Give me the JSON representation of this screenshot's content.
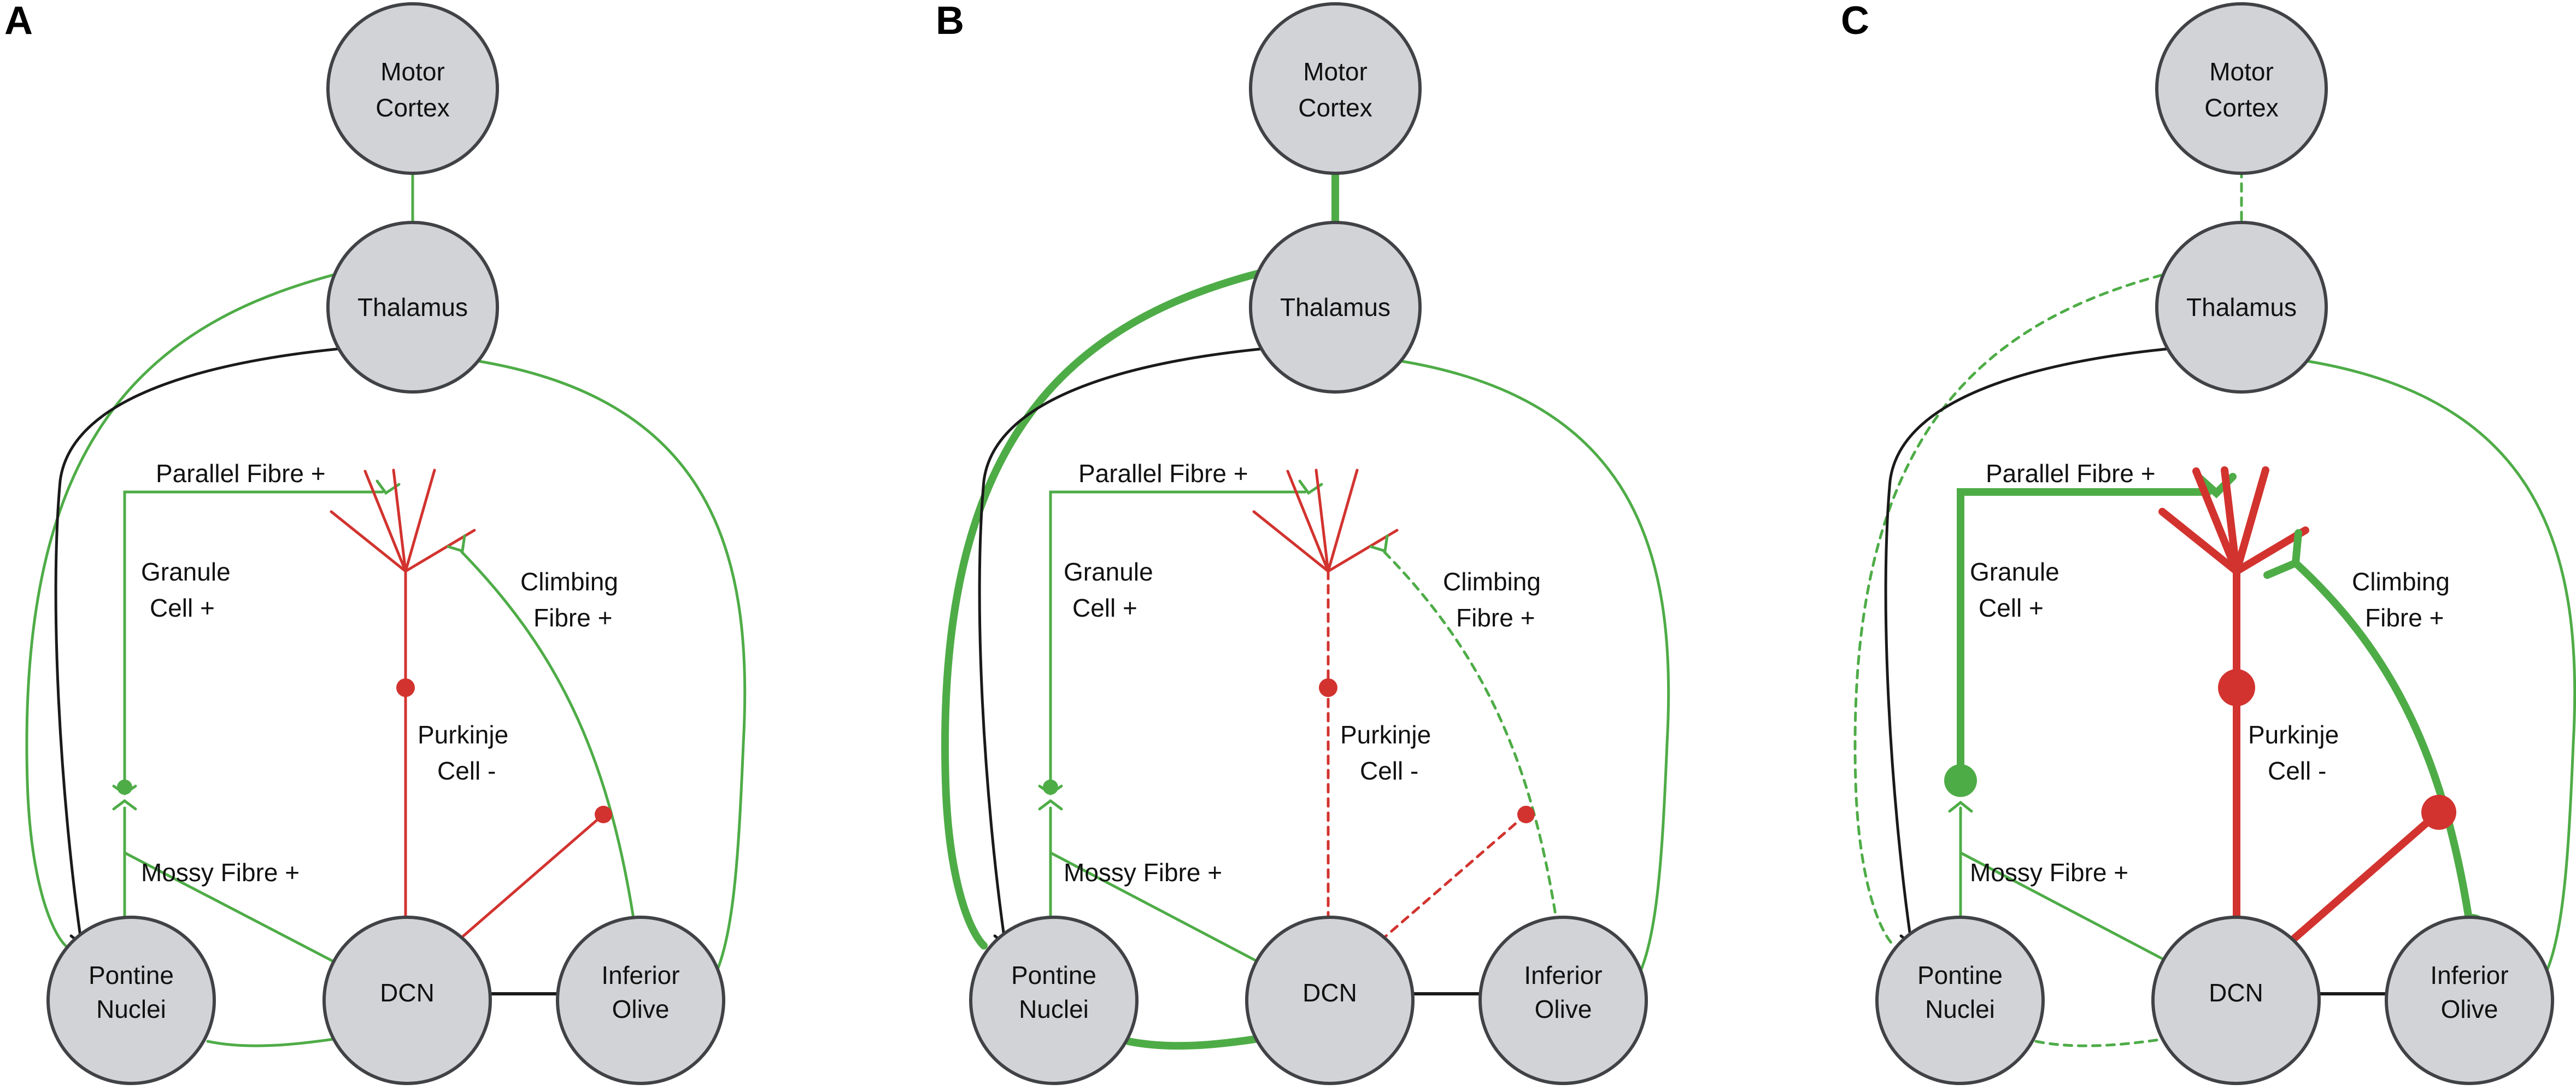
{
  "colors": {
    "excitatory": "#4eac47",
    "inhibitory": "#d2332f",
    "neutral": "#1a1a1a",
    "node_fill": "#d1d3d6",
    "node_stroke": "#404245"
  },
  "panels": [
    {
      "letter": "A",
      "nodes": {
        "motor": [
          "Motor",
          "Cortex"
        ],
        "thalamus": [
          "Thalamus"
        ],
        "pontine": [
          "Pontine",
          "Nuclei"
        ],
        "dcn": [
          "DCN"
        ],
        "olive": [
          "Inferior",
          "Olive"
        ]
      },
      "labels": {
        "parallel": "Parallel Fibre +",
        "granule": [
          "Granule",
          "Cell +"
        ],
        "climbing": [
          "Climbing",
          "Fibre +"
        ],
        "purkinje": [
          "Purkinje",
          "Cell -"
        ],
        "mossy": "Mossy Fibre +"
      }
    },
    {
      "letter": "B",
      "nodes": {
        "motor": [
          "Motor",
          "Cortex"
        ],
        "thalamus": [
          "Thalamus"
        ],
        "pontine": [
          "Pontine",
          "Nuclei"
        ],
        "dcn": [
          "DCN"
        ],
        "olive": [
          "Inferior",
          "Olive"
        ]
      },
      "labels": {
        "parallel": "Parallel Fibre +",
        "granule": [
          "Granule",
          "Cell +"
        ],
        "climbing": [
          "Climbing",
          "Fibre +"
        ],
        "purkinje": [
          "Purkinje",
          "Cell -"
        ],
        "mossy": "Mossy Fibre +"
      }
    },
    {
      "letter": "C",
      "nodes": {
        "motor": [
          "Motor",
          "Cortex"
        ],
        "thalamus": [
          "Thalamus"
        ],
        "pontine": [
          "Pontine",
          "Nuclei"
        ],
        "dcn": [
          "DCN"
        ],
        "olive": [
          "Inferior",
          "Olive"
        ]
      },
      "labels": {
        "parallel": "Parallel Fibre +",
        "granule": [
          "Granule",
          "Cell +"
        ],
        "climbing": [
          "Climbing",
          "Fibre +"
        ],
        "purkinje": [
          "Purkinje",
          "Cell -"
        ],
        "mossy": "Mossy Fibre +"
      }
    }
  ]
}
